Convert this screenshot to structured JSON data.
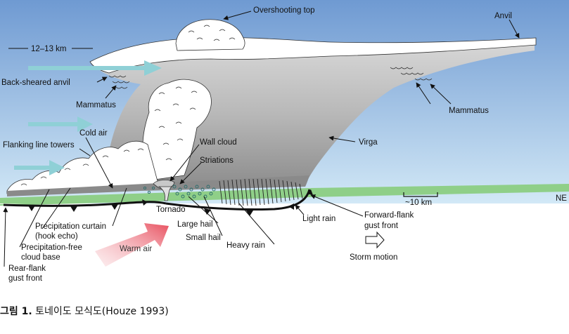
{
  "diagram": {
    "labels": {
      "overshooting_top": "Overshooting top",
      "anvil": "Anvil",
      "altitude": "12–13 km",
      "back_sheared_anvil": "Back-sheared anvil",
      "mammatus_left": "Mammatus",
      "mammatus_right": "Mammatus",
      "cold_air": "Cold air",
      "flanking_line_towers": "Flanking line towers",
      "wall_cloud": "Wall cloud",
      "virga": "Virga",
      "striations": "Striations",
      "scale": "~10 km",
      "ne": "NE",
      "tornado": "Tornado",
      "large_hail": "Large hail",
      "small_hail": "Small hail",
      "heavy_rain": "Heavy rain",
      "light_rain": "Light rain",
      "precipitation_curtain_1": "Precipitation curtain",
      "precipitation_curtain_2": "(hook echo)",
      "precipitation_free_1": "Precipitation-free",
      "precipitation_free_2": "cloud base",
      "rear_flank_1": "Rear-flank",
      "rear_flank_2": "gust front",
      "forward_flank_1": "Forward-flank",
      "forward_flank_2": "gust front",
      "warm_air": "Warm air",
      "storm_motion": "Storm motion"
    },
    "colors": {
      "sky_top": "#6f9ad2",
      "sky_bottom": "#cfe6f5",
      "cloud_white": "#ffffff",
      "cloud_gray": "#9a9a9a",
      "ground": "#8fcf88",
      "inflow_arrow": "#8fd0d6",
      "warm_air": "#e8505f"
    }
  },
  "caption": {
    "label": "그림 1.",
    "text": " 토네이도 모식도(Houze 1993)"
  }
}
